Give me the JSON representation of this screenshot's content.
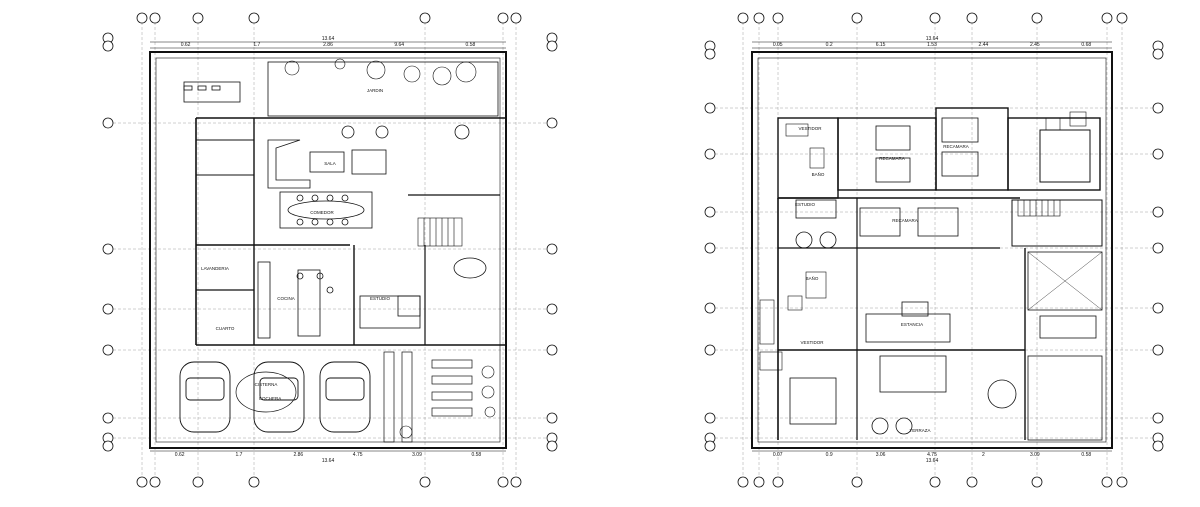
{
  "plans": [
    {
      "id": "ground",
      "dims_top": [
        "0.62",
        "1.7",
        "2.86",
        "9.64",
        "0.58"
      ],
      "dim_total_top": "13.64",
      "dims_bottom": [
        "0.62",
        "1.7",
        "2.86",
        "4.75",
        "3.09",
        "0.58"
      ],
      "dim_total_bottom": "13.64",
      "rooms": [
        "JARDIN",
        "SALA",
        "COMEDOR",
        "COCINA",
        "ESTUDIO",
        "COCHERA",
        "CISTERNA",
        "LAVANDERIA",
        "CUARTO"
      ]
    },
    {
      "id": "upper",
      "dims_top": [
        "0.05",
        "0.2",
        "6.15",
        "1.53",
        "2.44",
        "2.45",
        "0.68"
      ],
      "dim_total_top": "13.64",
      "dims_bottom": [
        "0.07",
        "0.9",
        "3.06",
        "4.75",
        "2",
        "3.09",
        "0.58"
      ],
      "dim_total_bottom": "13.64",
      "rooms": [
        "RECAMARA",
        "RECAMARA",
        "VESTIDOR",
        "BAÑO",
        "ESTUDIO",
        "RECAMARA",
        "TERRAZA",
        "BAÑO",
        "VESTIDOR",
        "ESTANCIA"
      ]
    }
  ]
}
